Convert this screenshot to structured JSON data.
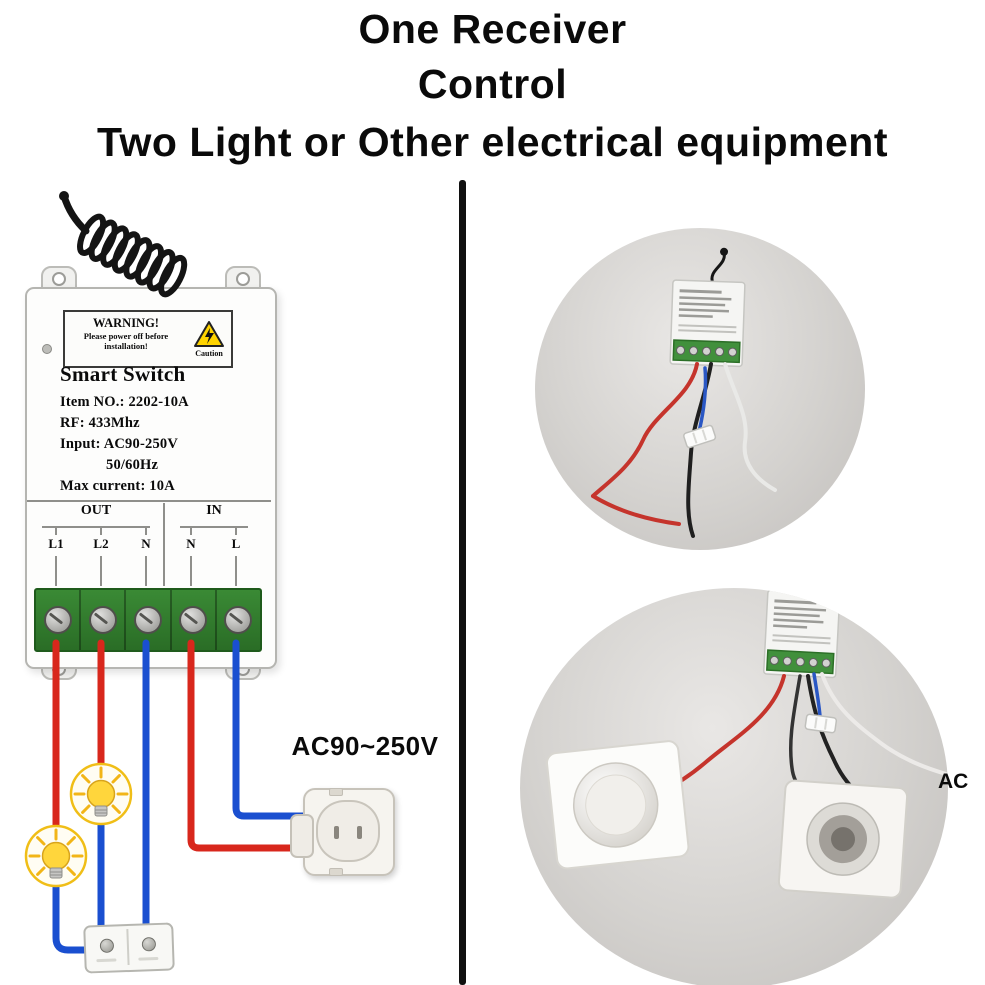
{
  "title": {
    "line1": "One Receiver",
    "line2": "Control",
    "line3": "Two Light or Other electrical equipment"
  },
  "receiver": {
    "warning_heading": "WARNING!",
    "warning_line1": "Please power off before",
    "warning_line2": "installation!",
    "caution_label": "Caution",
    "name": "Smart Switch",
    "specs": [
      "Item NO.: 2202-10A",
      "RF: 433Mhz",
      "Input: AC90-250V",
      "50/60Hz",
      "Max current: 10A"
    ],
    "out_label": "OUT",
    "in_label": "IN",
    "out_pins": [
      "L1",
      "L2",
      "N"
    ],
    "in_pins": [
      "N",
      "L"
    ]
  },
  "annotations": {
    "ac_voltage": "AC90~250V",
    "ac": "AC"
  },
  "colors": {
    "wire_red": "#d8271c",
    "wire_blue": "#1a4fd0",
    "terminal_green": "#2f8030",
    "bulb_yellow": "#ffd63c",
    "caution_yellow": "#ffd400",
    "divider_black": "#101010"
  }
}
